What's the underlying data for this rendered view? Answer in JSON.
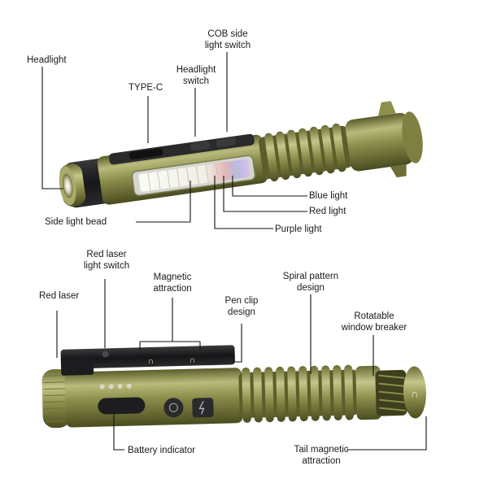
{
  "colors": {
    "body_olive": "#8a8c49",
    "body_light": "#b7b97a",
    "body_dark": "#4f5122",
    "black": "#1c1c1e",
    "cob_white": "#f4f4f0",
    "leader": "#111111"
  },
  "top_labels": {
    "headlight": "Headlight",
    "type_c": "TYPE-C",
    "headlight_switch_1": "Headlight",
    "headlight_switch_2": "switch",
    "cob_switch_1": "COB side",
    "cob_switch_2": "light switch",
    "blue_light": "Blue light",
    "red_light": "Red light",
    "purple_light": "Purple light",
    "side_light_bead": "Side light bead"
  },
  "bottom_labels": {
    "red_laser": "Red laser",
    "red_laser_switch_1": "Red laser",
    "red_laser_switch_2": "light switch",
    "magnetic_1": "Magnetic",
    "magnetic_2": "attraction",
    "pen_clip_1": "Pen clip",
    "pen_clip_2": "design",
    "spiral_1": "Spiral pattern",
    "spiral_2": "design",
    "rotatable_1": "Rotatable",
    "rotatable_2": "window breaker",
    "battery_indicator": "Battery indicator",
    "tail_magnetic_1": "Tail magnetic",
    "tail_magnetic_2": "attraction"
  }
}
